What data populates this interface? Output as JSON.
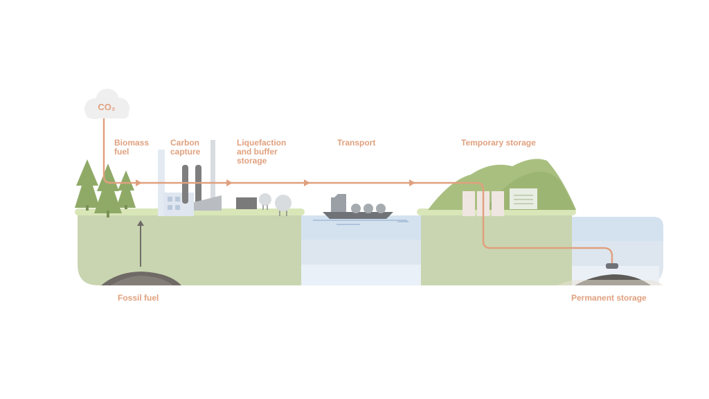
{
  "colors": {
    "flow": "#e0a07e",
    "label": "#e0a07e",
    "ground": "#c9d5b0",
    "ground_top": "#d9e6b8",
    "water_light": "#e3ecf5",
    "water_mid": "#d4e2f0",
    "tree": "#8faa67",
    "building": "#dfe6f0",
    "hill": "#a9bf80",
    "machinery": "#8c8c8c"
  },
  "cloud": {
    "label": "CO₂"
  },
  "labels": {
    "biomass": "Biomass\nfuel",
    "carbon_capture": "Carbon\ncapture",
    "liquefaction": "Liquefaction\nand buffer\nstorage",
    "transport": "Transport",
    "temporary_storage": "Temporary storage",
    "fossil_fuel": "Fossil fuel",
    "permanent_storage": "Permanent storage"
  }
}
